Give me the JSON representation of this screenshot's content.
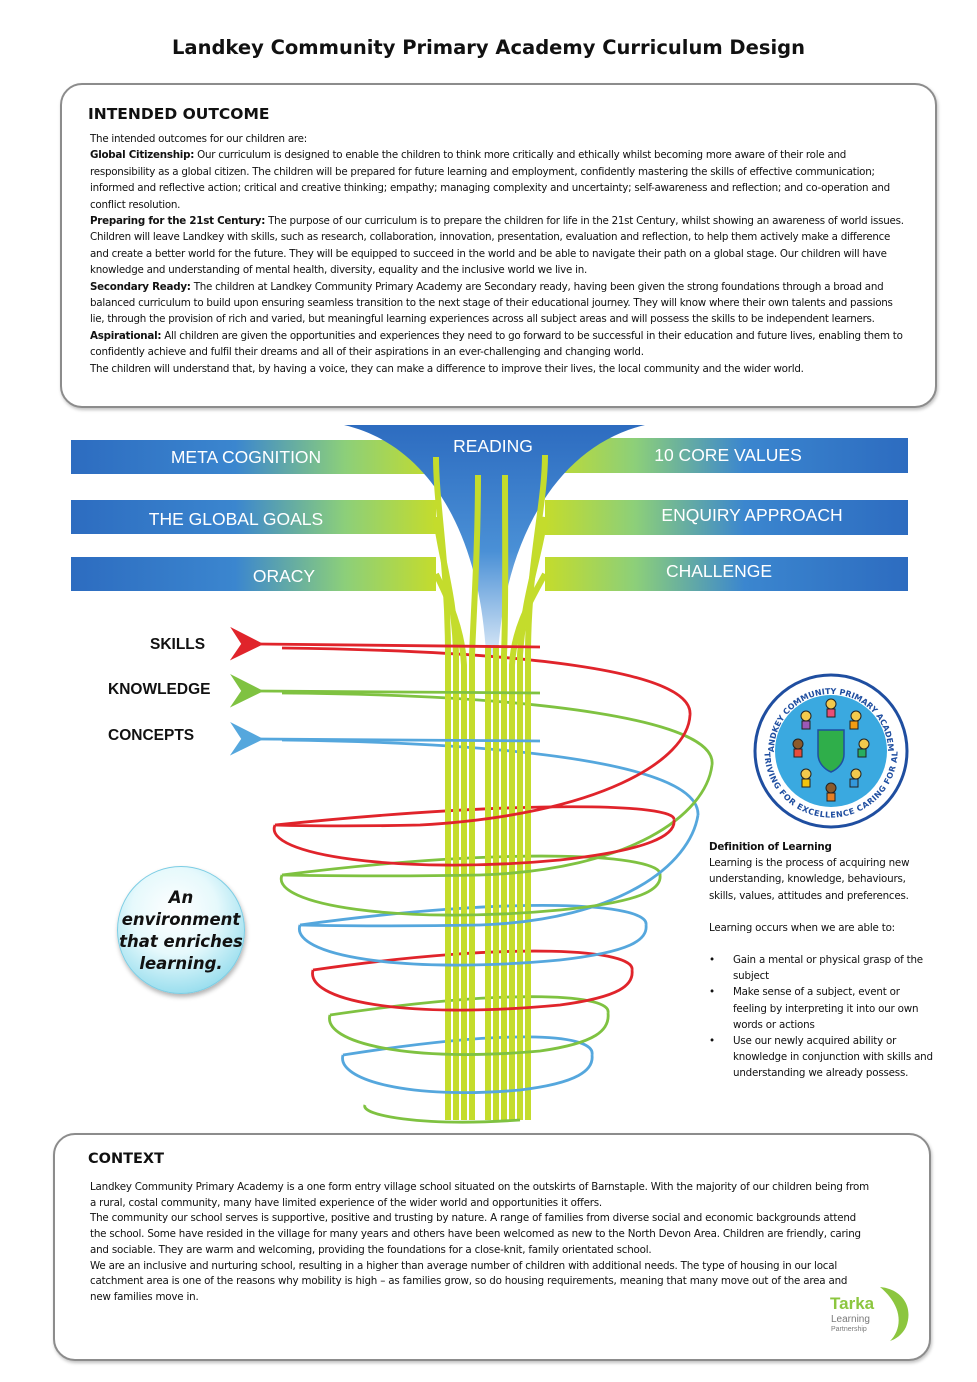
{
  "title": "Landkey Community Primary Academy Curriculum Design",
  "intended_outcome": {
    "heading": "INTENDED OUTCOME",
    "intro": "The intended outcomes for our children are:",
    "sections": [
      {
        "label": "Global Citizenship:",
        "text": " Our curriculum is designed to enable the children to think more critically and ethically whilst becoming more aware of their role and responsibility as a global citizen. The children will be prepared for future learning and employment, confidently mastering the skills of effective communication; informed and reflective action; critical and creative thinking; empathy; managing complexity and uncertainty; self-awareness and reflection; and co-operation and conflict resolution."
      },
      {
        "label": "Preparing for the 21st Century:",
        "text": " The purpose of our curriculum is to prepare the children for life in the 21st Century, whilst showing an awareness of world issues. Children will leave Landkey with skills, such as research, collaboration, innovation, presentation, evaluation and reflection, to help them actively make a difference and create a better world for the future. They will be equipped to succeed in the world and be able to navigate their path on a global stage. Our children will have knowledge and understanding of mental health, diversity, equality and the inclusive world we live in."
      },
      {
        "label": "Secondary Ready:",
        "text": " The children at Landkey Community Primary Academy are Secondary ready, having been given the strong foundations through a broad and balanced curriculum to build upon ensuring seamless transition to the next stage of their educational journey. They will know where their own talents and passions lie, through the provision of rich and varied, but meaningful learning experiences across all subject areas and will possess the skills to be independent learners."
      },
      {
        "label": "Aspirational:",
        "text": " All children are given the opportunities and experiences they need to go forward to be successful in their education and future lives, enabling them to confidently achieve and fulfil their dreams and all of their aspirations in an ever-challenging and changing world."
      }
    ],
    "closing": "The children will understand that, by having a voice, they can make a difference to improve their lives, the local community and the wider world."
  },
  "diagram": {
    "center_label": "READING",
    "left_bands": [
      "META COGNITION",
      "THE GLOBAL GOALS",
      "ORACY"
    ],
    "right_bands": [
      "10 CORE VALUES",
      "ENQUIRY APPROACH",
      "CHALLENGE"
    ],
    "strands": [
      {
        "label": "SKILLS",
        "color": "#e0242b"
      },
      {
        "label": "KNOWLEDGE",
        "color": "#7fc241"
      },
      {
        "label": "CONCEPTS",
        "color": "#55a7dd"
      }
    ],
    "band_color": "#2f6fc2",
    "stem_color": "#c4dc2c"
  },
  "environment_bubble": "An environment that enriches learning.",
  "logo": {
    "top_text": "LANDKEY COMMUNITY PRIMARY ACADEMY",
    "bottom_text": "STRIVING FOR EXCELLENCE CARING FOR ALL"
  },
  "definition": {
    "title": "Definition of Learning",
    "text": "Learning is the process of acquiring new understanding, knowledge, behaviours, skills, values, attitudes and preferences.",
    "occurs": "Learning occurs when we are able to:",
    "bullets": [
      "Gain a mental or physical grasp of the subject",
      "Make sense of a subject, event or feeling by interpreting it into our own words or actions",
      "Use our newly acquired ability or knowledge in conjunction with skills and understanding we already possess."
    ]
  },
  "context": {
    "heading": "CONTEXT",
    "paragraphs": [
      "Landkey Community Primary Academy is a one form entry village school situated on the outskirts of Barnstaple. With the majority of our children being from a rural, costal community, many have limited experience of the wider world and opportunities it offers.",
      "The community our school serves is supportive, positive and trusting by nature. A range of families from diverse social and economic backgrounds attend the school. Some have resided in the village for many years and others have been welcomed as new to the North Devon Area. Children are friendly, caring and sociable. They are warm and welcoming, providing the foundations for a close-knit, family orientated school.",
      "We are an inclusive and nurturing school, resulting in a higher than average number of children with additional needs. The type of housing in our local catchment area is one of the reasons why mobility is high – as families grow, so do housing requirements, meaning that many move out of the area and new families move in."
    ]
  },
  "partner_logo": {
    "name": "Tarka",
    "line1": "Learning",
    "line2": "Partnership",
    "color": "#8cc63f"
  }
}
